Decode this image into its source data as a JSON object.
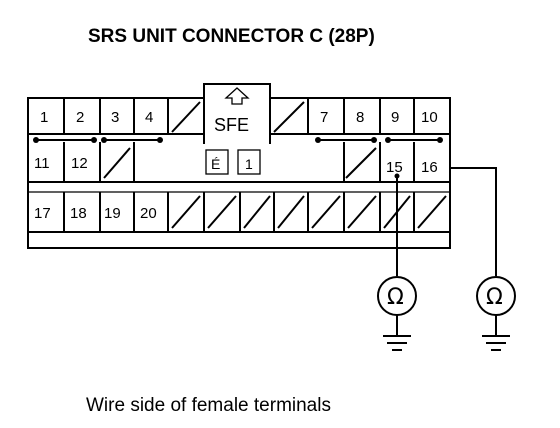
{
  "title": "SRS UNIT CONNECTOR C (28P)",
  "caption": "Wire side of female terminals",
  "connector": {
    "top_row_left": [
      "1",
      "2",
      "3",
      "4"
    ],
    "top_row_right": [
      "7",
      "8",
      "9",
      "10"
    ],
    "middle_row_left": [
      "11",
      "12"
    ],
    "middle_row_right": [
      "15",
      "16"
    ],
    "bottom_row": [
      "17",
      "18",
      "19",
      "20"
    ],
    "center_label": "SFE",
    "center_marks": [
      "É",
      "1"
    ]
  },
  "meters": [
    {
      "symbol": "Ω",
      "terminal": "15",
      "icon": "ohmmeter-icon"
    },
    {
      "symbol": "Ω",
      "terminal": "16",
      "icon": "ohmmeter-icon"
    }
  ],
  "icons": [
    "lock-arrow-icon",
    "ground-icon"
  ]
}
